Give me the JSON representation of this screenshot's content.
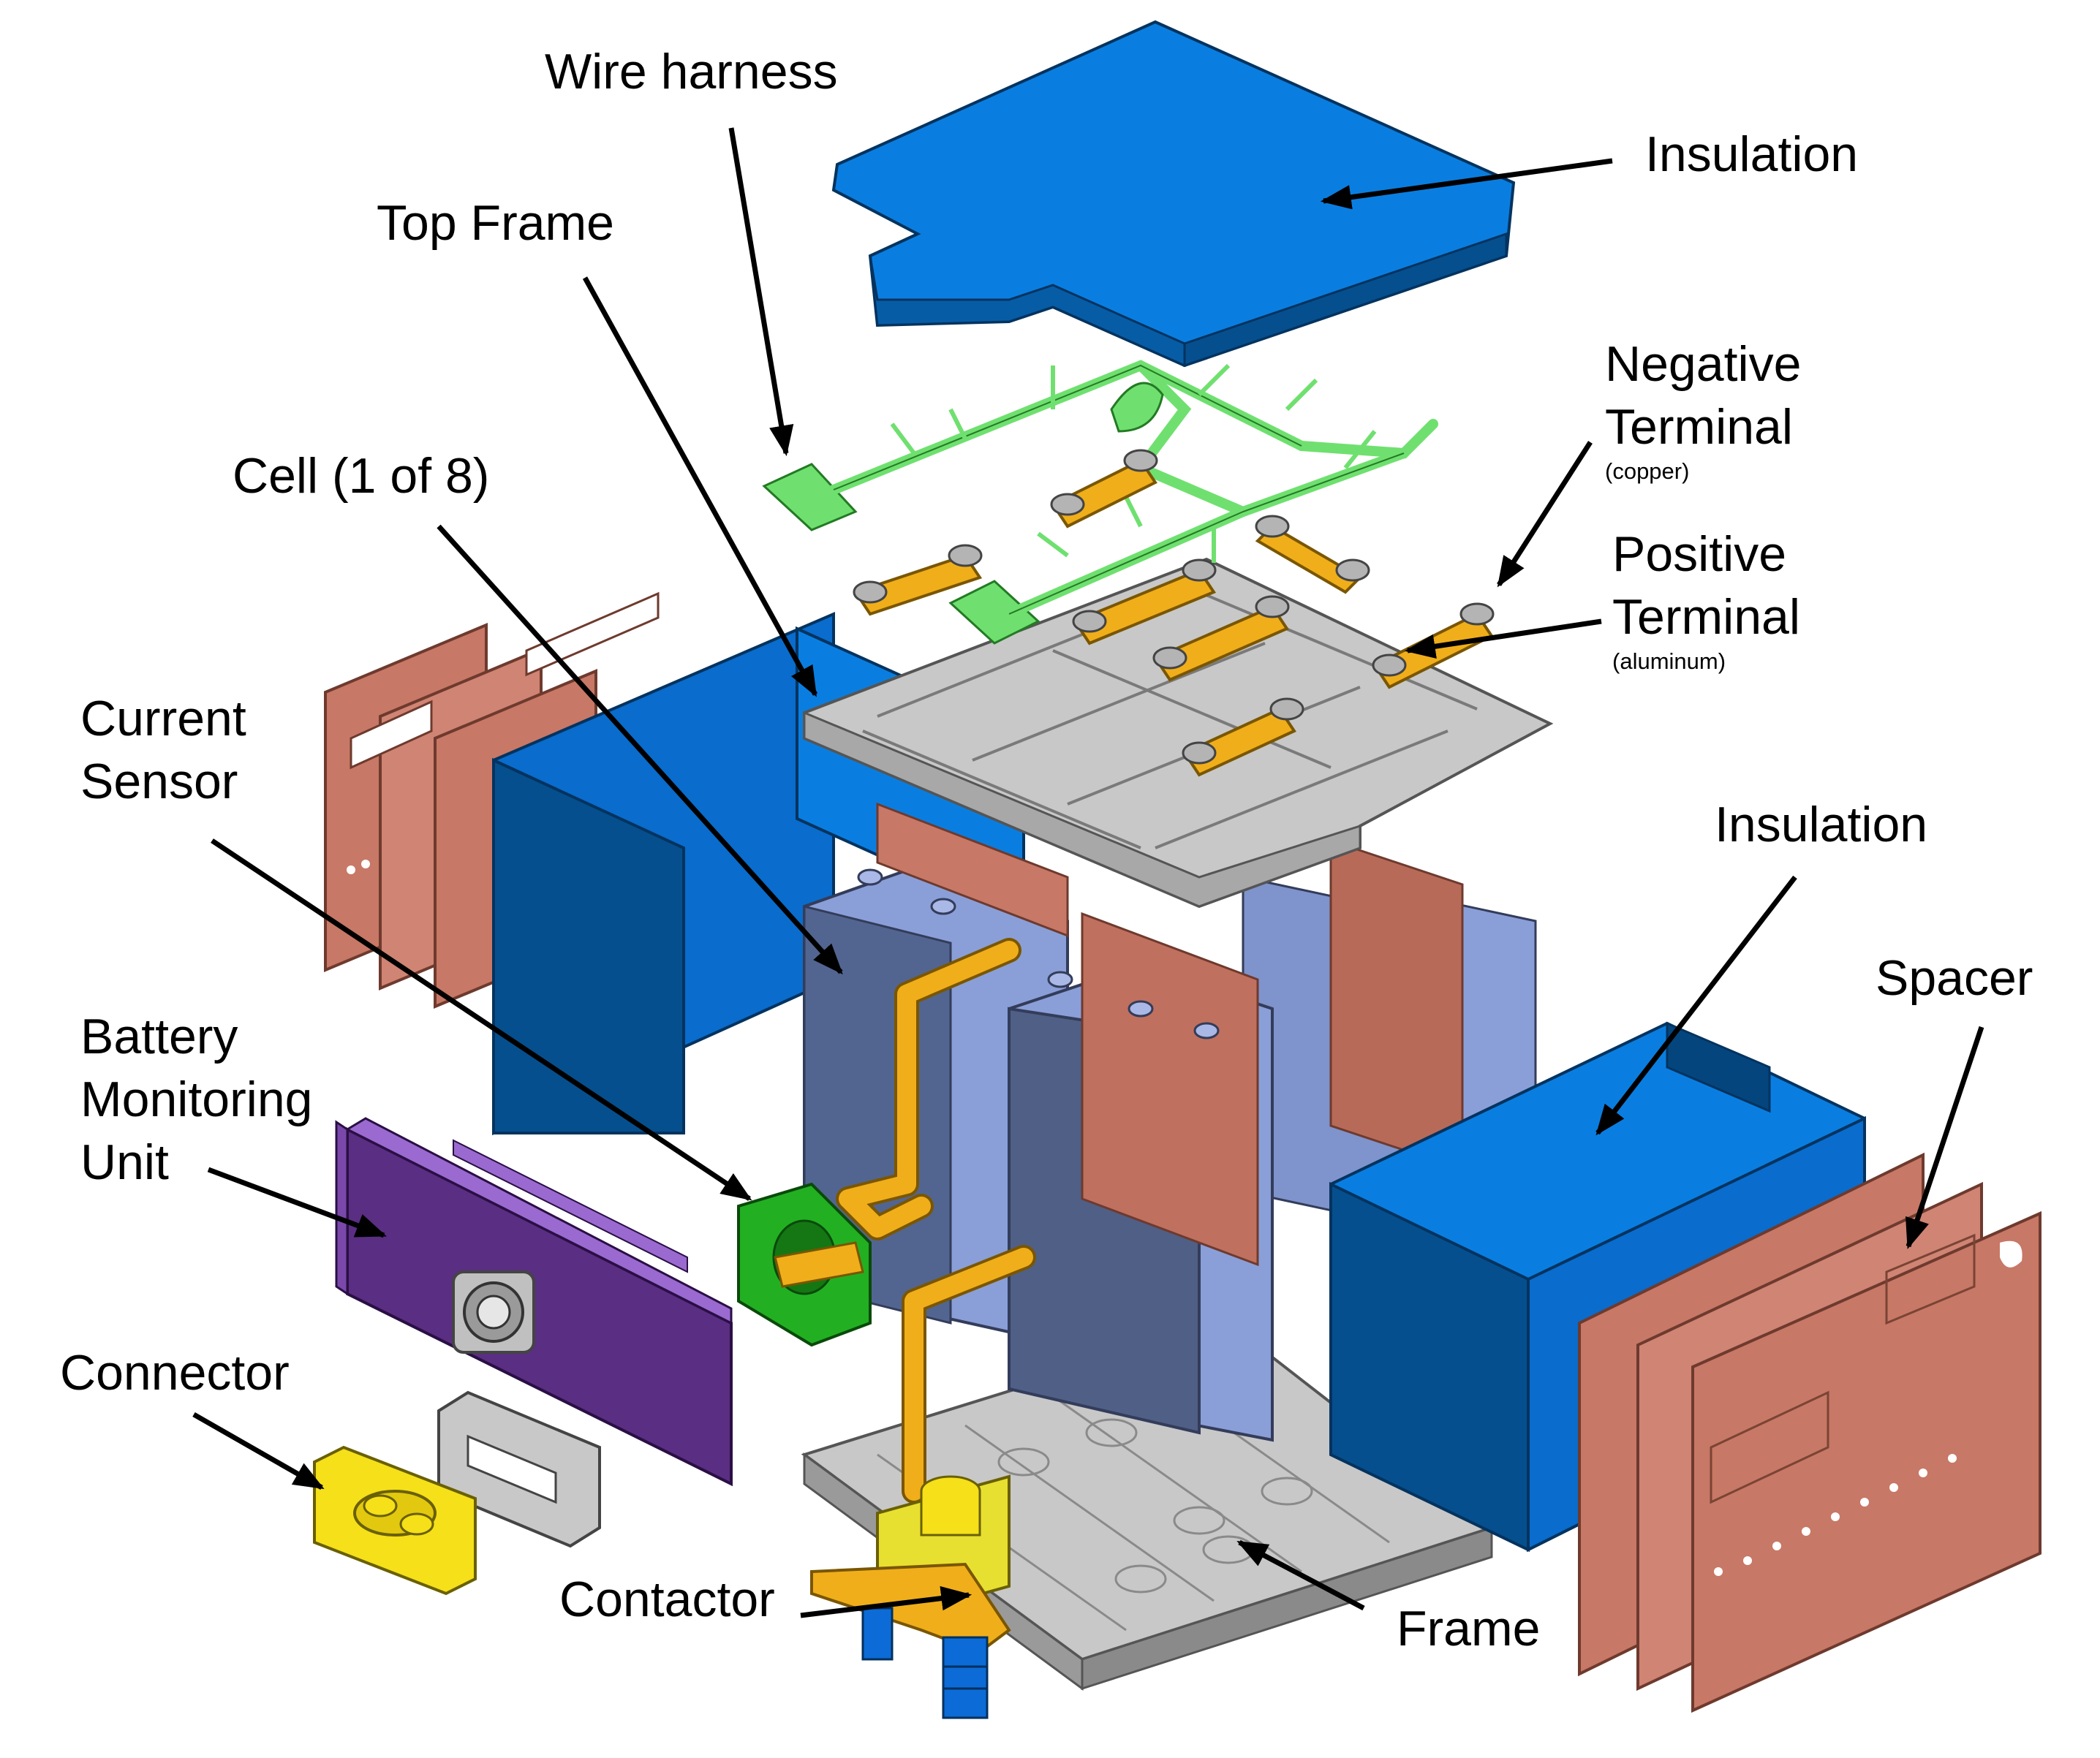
{
  "labels": {
    "wire_harness": "Wire harness",
    "insulation_top": "Insulation",
    "top_frame": "Top Frame",
    "negative_terminal_l1": "Negative",
    "negative_terminal_l2": "Terminal",
    "negative_terminal_note": "(copper)",
    "cell": "Cell (1 of 8)",
    "positive_terminal_l1": "Positive",
    "positive_terminal_l2": "Terminal",
    "positive_terminal_note": "(aluminum)",
    "current_sensor_l1": "Current",
    "current_sensor_l2": "Sensor",
    "insulation_side": "Insulation",
    "spacer": "Spacer",
    "bmu_l1": "Battery",
    "bmu_l2": "Monitoring",
    "bmu_l3": "Unit",
    "connector": "Connector",
    "contactor": "Contactor",
    "frame": "Frame"
  },
  "colors": {
    "insulation_blue": "#0a7ee0",
    "insulation_dark": "#064f8e",
    "harness_green": "#6fe06f",
    "terminal_orange": "#f0ae1a",
    "frame_gray": "#c4c4c4",
    "cell_blue": "#8a9fd8",
    "cell_dark": "#505f86",
    "spacer_salmon": "#cc7c68",
    "bmu_purple": "#6a3c96",
    "sensor_green": "#22b022",
    "connector_yellow": "#f5e01a"
  }
}
